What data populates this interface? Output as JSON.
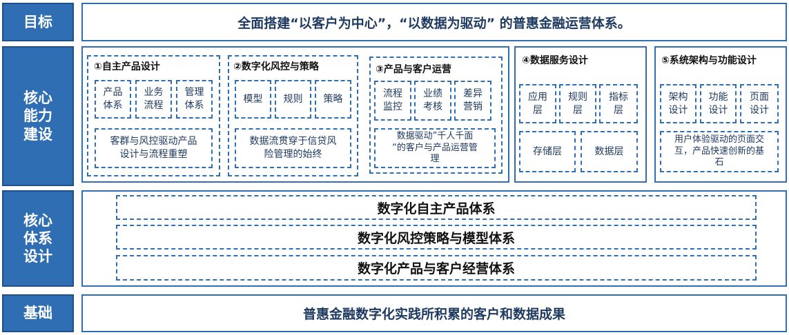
{
  "rows": {
    "goal": {
      "label": "目标",
      "text": "全面搭建“以客户为中心”，“以数据为驱动” 的普惠金融运营体系。"
    },
    "capability": {
      "label": "核心\n能力\n建设",
      "sections": [
        {
          "title": "①自主产品设计",
          "items": [
            "产品\n体系",
            "业务\n流程",
            "管理\n体系"
          ],
          "desc": "客群与风控驱动产品\n设计与流程重塑"
        },
        {
          "title": "②数字化风控与策略",
          "items": [
            "模型",
            "规则",
            "策略"
          ],
          "desc": "数据流贯穿于信贷风\n险管理的始终"
        },
        {
          "title": "③产品与客户运营",
          "items": [
            "流程\n监控",
            "业绩\n考核",
            "差异\n营销"
          ],
          "desc": "数据驱动”千人千面\n“的客户与产品运营管\n理"
        },
        {
          "title": "④数据服务设计",
          "items": [
            "应用\n层",
            "规则\n层",
            "指标\n层"
          ],
          "bottom_items": [
            "存储层",
            "数据层"
          ]
        },
        {
          "title": "⑤系统架构与功能设计",
          "items": [
            "架构\n设计",
            "功能\n设计",
            "页面\n设计"
          ],
          "desc": "用户体验驱动的页面交\n互，产品快速创新的基\n石"
        }
      ]
    },
    "system": {
      "label": "核心\n体系\n设计",
      "bars": [
        "数字化自主产品体系",
        "数字化风控策略与模型体系",
        "数字化产品与客户经营体系"
      ]
    },
    "foundation": {
      "label": "基础",
      "text": "普惠金融数字化实践所积累的客户和数据成果"
    }
  }
}
